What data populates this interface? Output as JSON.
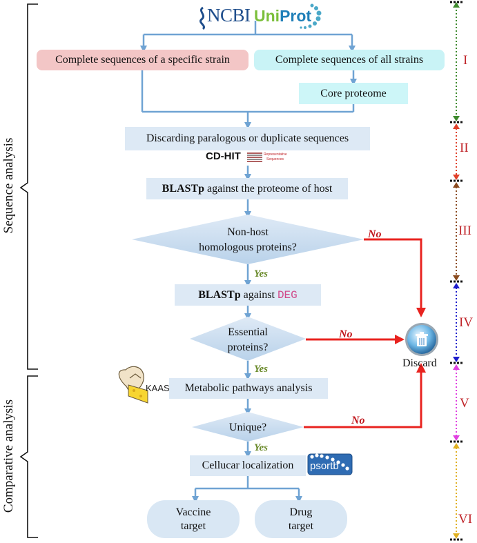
{
  "logos": {
    "ncbi": "NCBI",
    "uniprot_a": "Uni",
    "uniprot_b": "Prot",
    "cdhit": "CD-HIT",
    "cdhit_tag_1": "Representative",
    "cdhit_tag_2": "Sequences",
    "deg": "DEG",
    "kaas": "KAAS",
    "psortb": "psortb"
  },
  "boxes": {
    "specific_strain": "Complete sequences of a specific strain",
    "all_strains": "Complete sequences of all strains",
    "core_proteome": "Core proteome",
    "discard_paralogous": "Discarding paralogous or duplicate sequences",
    "blastp_host_bold": "BLASTp",
    "blastp_host_rest": " against the proteome of host",
    "blastp_deg_bold": "BLASTp",
    "blastp_deg_rest": " against ",
    "metabolic": "Metabolic pathways analysis",
    "cellular": "Cellucar localization",
    "vaccine_1": "Vaccine",
    "vaccine_2": "target",
    "drug_1": "Drug",
    "drug_2": "target"
  },
  "decisions": {
    "non_host_1": "Non-host",
    "non_host_2": "homologous proteins?",
    "essential_1": "Essential",
    "essential_2": "proteins?",
    "unique": "Unique?"
  },
  "edges": {
    "yes": "Yes",
    "no": "No"
  },
  "discard": "Discard",
  "sections": {
    "sequence_analysis": "Sequence analysis",
    "comparative_analysis": "Comparative analysis"
  },
  "stages": [
    "I",
    "II",
    "III",
    "IV",
    "V",
    "VI"
  ],
  "colors": {
    "flow_blue": "#6fa3d3",
    "no_red": "#e8231f",
    "yes_green": "#6a8a2a",
    "roman_red": "#c0262b",
    "stage_I": "#3e8a2e",
    "stage_II": "#e0402a",
    "stage_III": "#8a4a1e",
    "stage_IV": "#1c1ccc",
    "stage_V": "#e040e0",
    "stage_VI": "#e0b020"
  }
}
